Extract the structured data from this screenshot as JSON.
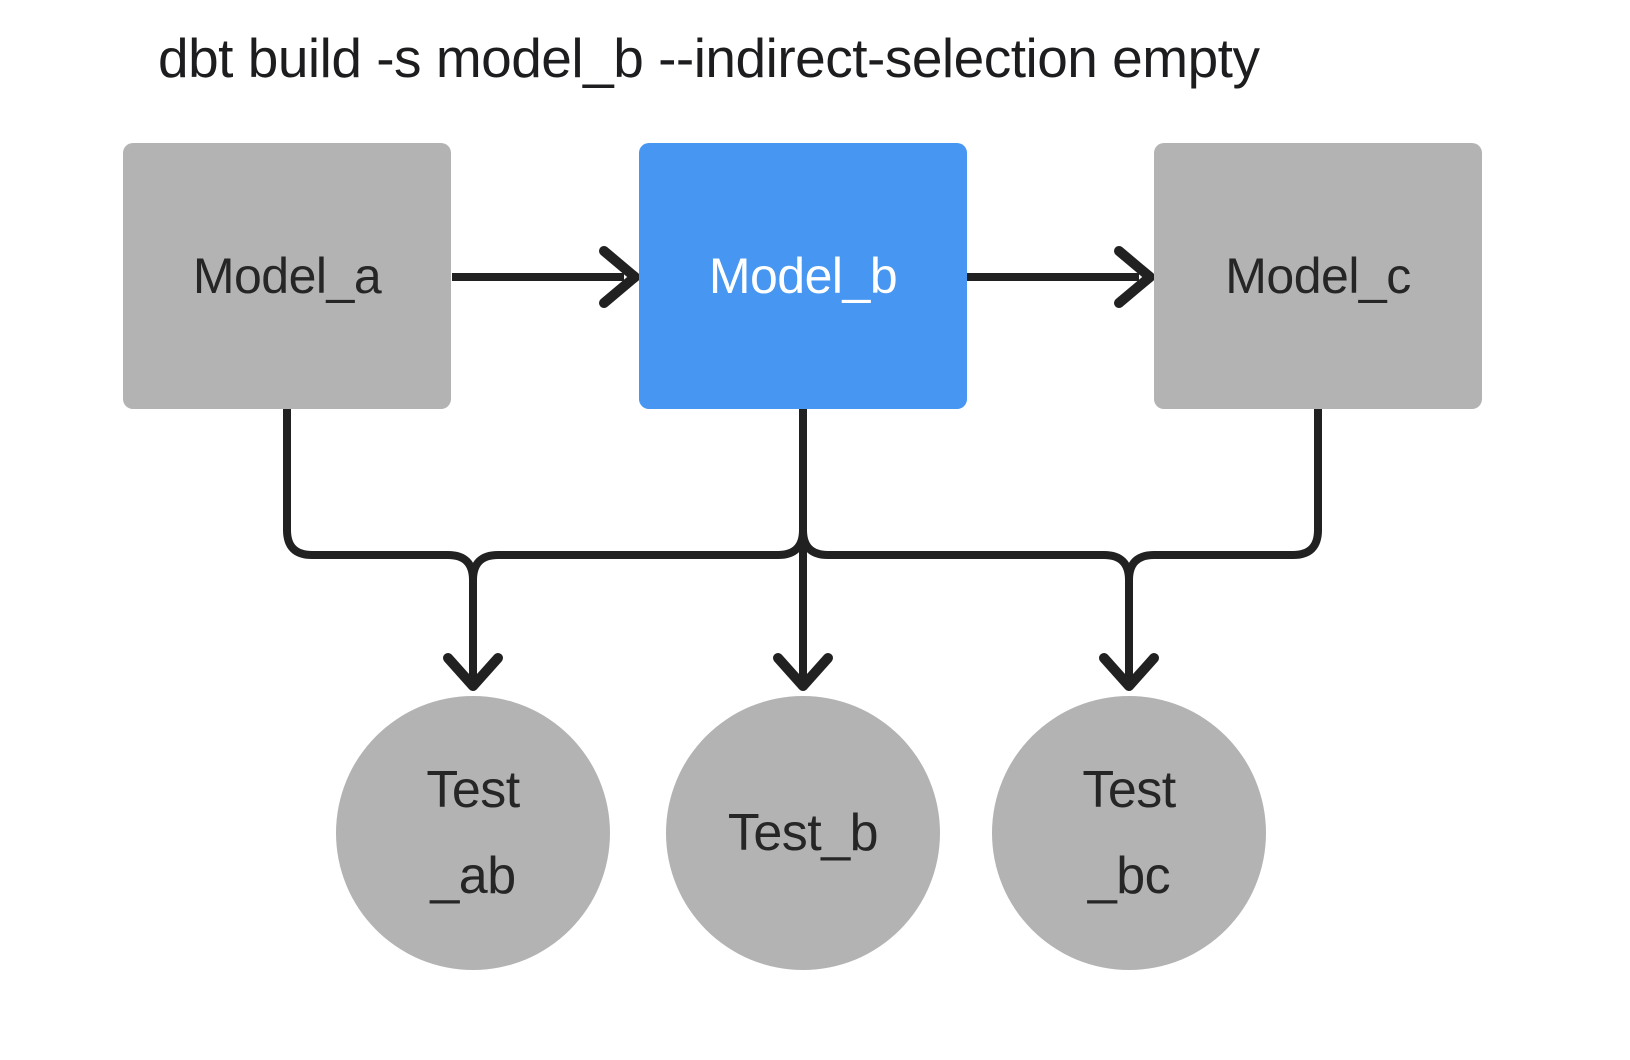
{
  "diagram": {
    "title": "dbt build -s model_b --indirect-selection empty",
    "colors": {
      "selected": "#4696F2",
      "unselected": "#B3B3B3",
      "edge": "#212121",
      "title_text": "#1D1D1F",
      "node_text_dark": "#262626",
      "node_text_light": "#FFFFFF",
      "background": "#FFFFFF"
    },
    "models": [
      {
        "id": "model_a",
        "label": "Model_a",
        "state": "unselected"
      },
      {
        "id": "model_b",
        "label": "Model_b",
        "state": "selected"
      },
      {
        "id": "model_c",
        "label": "Model_c",
        "state": "unselected"
      }
    ],
    "tests": [
      {
        "id": "test_ab",
        "label_lines": [
          "Test",
          "_ab"
        ],
        "state": "unselected"
      },
      {
        "id": "test_b",
        "label_lines": [
          "Test_b"
        ],
        "state": "unselected"
      },
      {
        "id": "test_bc",
        "label_lines": [
          "Test",
          "_bc"
        ],
        "state": "unselected"
      }
    ],
    "edges": [
      {
        "from": "model_a",
        "to": "model_b"
      },
      {
        "from": "model_b",
        "to": "model_c"
      },
      {
        "from": "model_a",
        "to": "test_ab"
      },
      {
        "from": "model_b",
        "to": "test_ab"
      },
      {
        "from": "model_b",
        "to": "test_b"
      },
      {
        "from": "model_b",
        "to": "test_bc"
      },
      {
        "from": "model_c",
        "to": "test_bc"
      }
    ]
  }
}
